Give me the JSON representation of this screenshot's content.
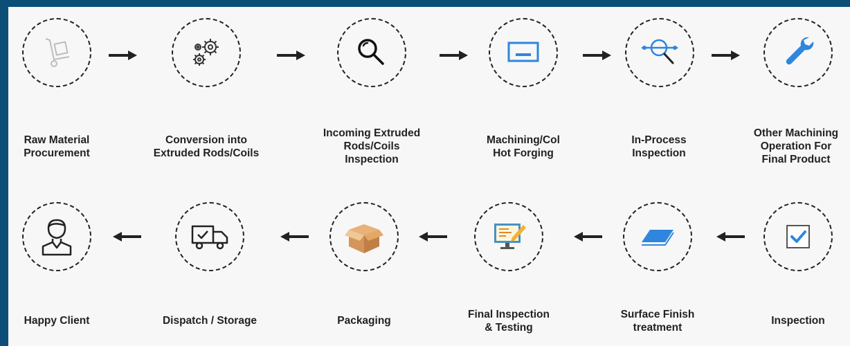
{
  "colors": {
    "frame": "#0b4f78",
    "background": "#f7f7f7",
    "accent": "#2e86de",
    "ink": "#222222"
  },
  "steps": [
    {
      "label": "Raw Material\nProcurement",
      "icon": "hand-truck-icon"
    },
    {
      "label": "Conversion into\nExtruded Rods/Coils",
      "icon": "gears-icon"
    },
    {
      "label": "Incoming Extruded\nRods/Coils\nInspection",
      "icon": "magnifier-icon"
    },
    {
      "label": "Machining/Col\nHot Forging",
      "icon": "monitor-screen-icon"
    },
    {
      "label": "In-Process\nInspection",
      "icon": "scan-magnifier-icon"
    },
    {
      "label": "Other Machining\nOperation For\nFinal Product",
      "icon": "wrench-icon"
    },
    {
      "label": "Inspection",
      "icon": "checkbox-icon"
    },
    {
      "label": "Surface Finish\ntreatment",
      "icon": "layers-icon"
    },
    {
      "label": "Final Inspection\n& Testing",
      "icon": "computer-checklist-icon"
    },
    {
      "label": "Packaging",
      "icon": "cardboard-box-icon"
    },
    {
      "label": "Dispatch / Storage",
      "icon": "delivery-truck-icon"
    },
    {
      "label": "Happy Client",
      "icon": "client-person-icon"
    }
  ]
}
